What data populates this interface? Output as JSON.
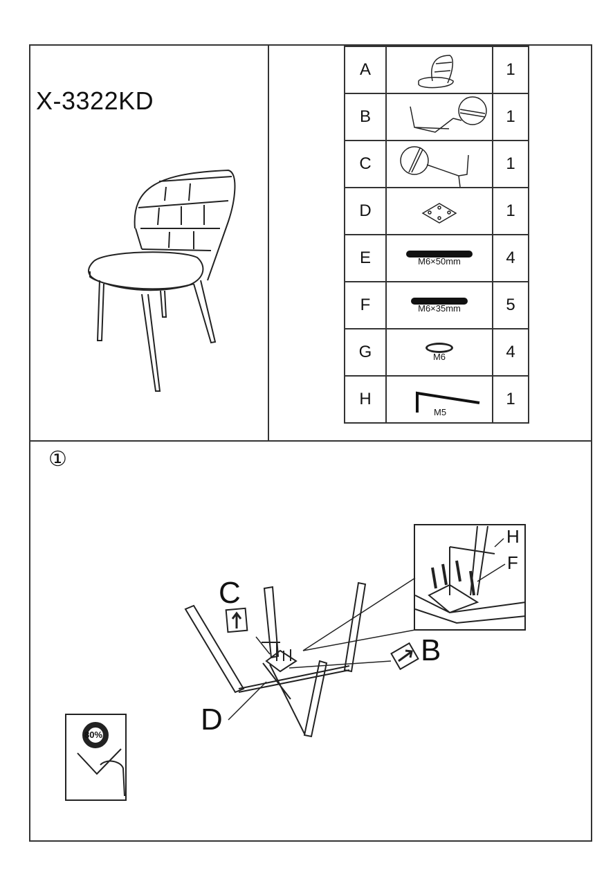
{
  "model": "X-3322KD",
  "parts": [
    {
      "letter": "A",
      "icon": "seat-icon",
      "spec": "",
      "qty": "1"
    },
    {
      "letter": "B",
      "icon": "front-leg-frame-icon",
      "spec": "",
      "qty": "1"
    },
    {
      "letter": "C",
      "icon": "rear-leg-frame-icon",
      "spec": "",
      "qty": "1"
    },
    {
      "letter": "D",
      "icon": "mounting-plate-icon",
      "spec": "",
      "qty": "1"
    },
    {
      "letter": "E",
      "icon": "bolt-icon",
      "spec": "M6×50mm",
      "qty": "4"
    },
    {
      "letter": "F",
      "icon": "bolt-icon",
      "spec": "M6×35mm",
      "qty": "5"
    },
    {
      "letter": "G",
      "icon": "washer-icon",
      "spec": "M6",
      "qty": "4"
    },
    {
      "letter": "H",
      "icon": "allen-key-icon",
      "spec": "M5",
      "qty": "1"
    }
  ],
  "step": {
    "number": "①",
    "labels": {
      "C": "C",
      "B": "B",
      "D": "D",
      "H": "H",
      "F": "F"
    },
    "tighten_badge": "80%"
  }
}
